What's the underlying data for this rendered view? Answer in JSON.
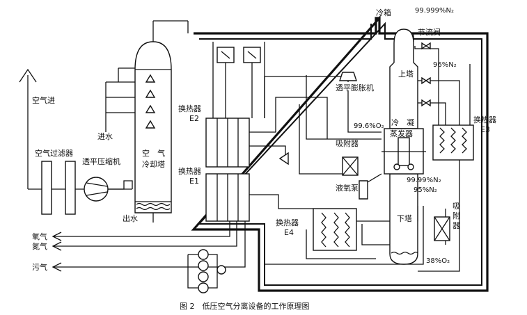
{
  "labels": {
    "air_in": "空气进",
    "air_filter": "空气过滤器",
    "turbo_compressor": "透平压缩机",
    "water_in": "进水",
    "cooling_tower_1": "空　气",
    "cooling_tower_2": "冷却塔",
    "water_out": "出水",
    "hx_e2_1": "换热器",
    "hx_e2_2": "E2",
    "hx_e1_1": "换热器",
    "hx_e1_2": "E1",
    "oxygen": "氧气",
    "nitrogen": "氮气",
    "waste_gas": "污气",
    "cold_box": "冷箱",
    "n2_top": "99.999%N₂",
    "throttle_valve": "节流阀",
    "n2_96": "96%N₂",
    "upper_column": "上塔",
    "expander": "透平膨胀机",
    "o2_996": "99.6%O₂",
    "condenser_1": "冷　凝",
    "condenser_2": "蒸发器",
    "hx_e3_1": "换热器",
    "hx_e3_2": "E3",
    "adsorber_left": "吸附器",
    "liquid_o2_pump": "液氧泵",
    "n2_9999": "99.99%N₂",
    "n2_95": "95%N₂",
    "hx_e4_1": "换热器",
    "hx_e4_2": "E4",
    "lower_column": "下塔",
    "adsorber_right_1": "吸",
    "adsorber_right_2": "附",
    "adsorber_right_3": "器",
    "o2_38": "38%O₂",
    "caption": "图 2　低压空气分离设备的工作原理图"
  }
}
